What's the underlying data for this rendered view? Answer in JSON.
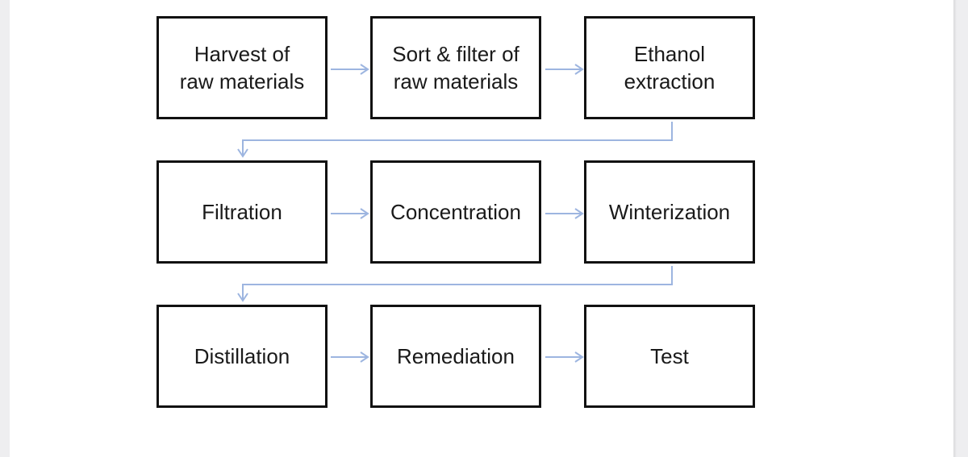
{
  "diagram": {
    "connector_color": "#9db5e0",
    "steps": [
      {
        "id": "harvest",
        "label": "Harvest of\nraw materials"
      },
      {
        "id": "sort-filter",
        "label": "Sort & filter of\nraw materials"
      },
      {
        "id": "ethanol-extraction",
        "label": "Ethanol\nextraction"
      },
      {
        "id": "filtration",
        "label": "Filtration"
      },
      {
        "id": "concentration",
        "label": "Concentration"
      },
      {
        "id": "winterization",
        "label": "Winterization"
      },
      {
        "id": "distillation",
        "label": "Distillation"
      },
      {
        "id": "remediation",
        "label": "Remediation"
      },
      {
        "id": "test",
        "label": "Test"
      }
    ]
  }
}
